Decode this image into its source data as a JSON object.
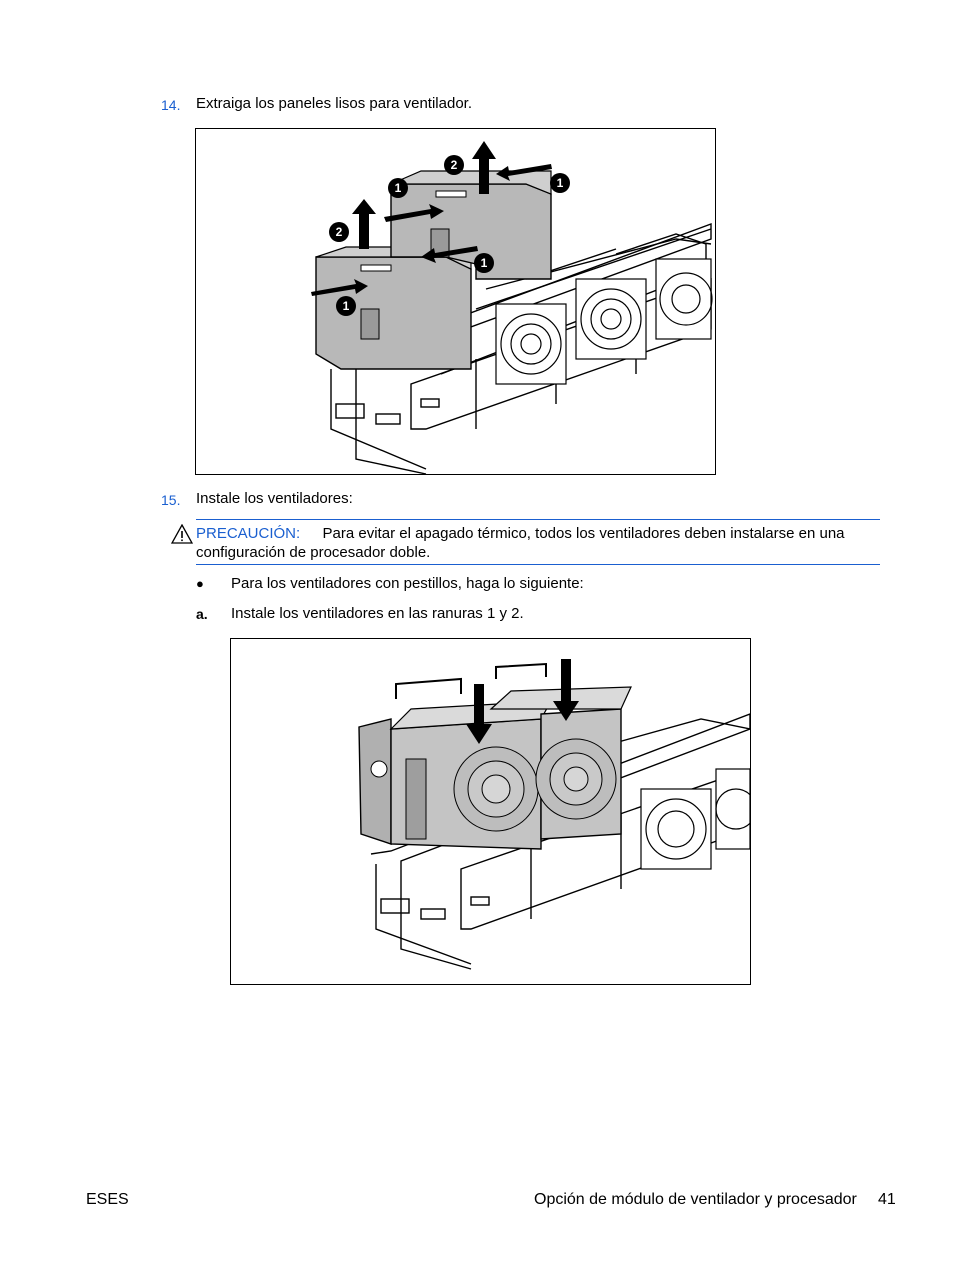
{
  "step14": {
    "number": "14.",
    "text": "Extraiga los paneles lisos para ventilador."
  },
  "figure1": {
    "callouts": [
      "1",
      "1",
      "1",
      "1",
      "2",
      "2"
    ]
  },
  "step15": {
    "number": "15.",
    "text": "Instale los ventiladores:"
  },
  "caution": {
    "icon": "warning-triangle-icon",
    "label": "PRECAUCIÓN:",
    "text_line1": "Para evitar el apagado térmico, todos los ventiladores deben instalarse en una",
    "text_line2": "configuración de procesador doble."
  },
  "bullet": {
    "symbol": "●",
    "text": "Para los ventiladores con pestillos, haga lo siguiente:"
  },
  "substep_a": {
    "label": "a.",
    "text": "Instale los ventiladores en las ranuras 1 y 2."
  },
  "footer": {
    "left": "ESES",
    "title": "Opción de módulo de ventilador y procesador",
    "page": "41"
  },
  "colors": {
    "accent_blue": "#1a5fd0",
    "part_gray": "#b8b8b8"
  }
}
